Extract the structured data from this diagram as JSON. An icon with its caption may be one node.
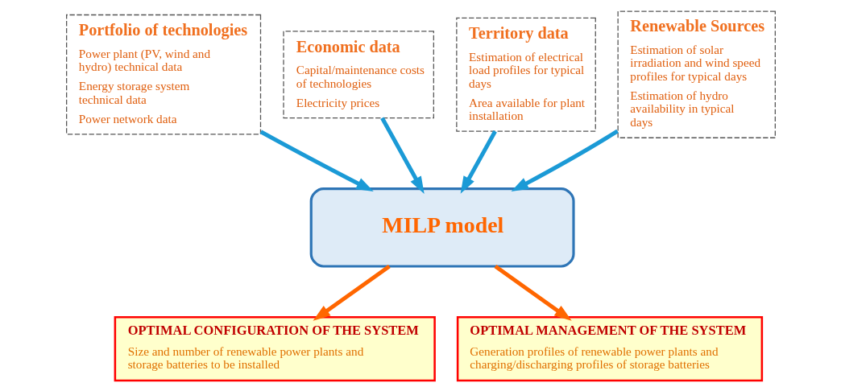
{
  "diagram": {
    "nodes": [
      {
        "text": [
          "Portfolio of technologies",
          "Power plant (PV, wind and hydro) technical data",
          "Energy storage system technical data",
          "Power network data"
        ]
      },
      {
        "text": [
          "Economic data",
          "Capital/maintenance costs of technologies",
          "Electricity prices"
        ]
      },
      {
        "text": [
          "Territory data",
          "Estimation of electrical load profiles for typical days",
          "Area available for plant installation"
        ]
      },
      {
        "text": [
          "Renewable Sources",
          "Estimation of solar irradiation and wind speed profiles for typical days",
          "Estimation of hydro availability in typical days"
        ]
      },
      {
        "text": [
          "MILP model"
        ]
      },
      {
        "text": [
          "OPTIMAL CONFIGURATION OF THE SYSTEM",
          "Size and number of renewable power plants and storage batteries to be installed"
        ]
      },
      {
        "text": [
          "OPTIMAL MANAGEMENT OF THE SYSTEM",
          "Generation profiles of renewable power plants and charging/discharging profiles of storage batteries"
        ]
      }
    ],
    "edges": [
      {
        "from": 0,
        "to": 4,
        "arrow": "to"
      },
      {
        "from": 1,
        "to": 4,
        "arrow": "to"
      },
      {
        "from": 2,
        "to": 4,
        "arrow": "to"
      },
      {
        "from": 3,
        "to": 4,
        "arrow": "to"
      },
      {
        "from": 4,
        "to": 5,
        "arrow": "to",
        "color": "#ff6600"
      },
      {
        "from": 4,
        "to": 6,
        "arrow": "to",
        "color": "#ff6600"
      }
    ]
  }
}
